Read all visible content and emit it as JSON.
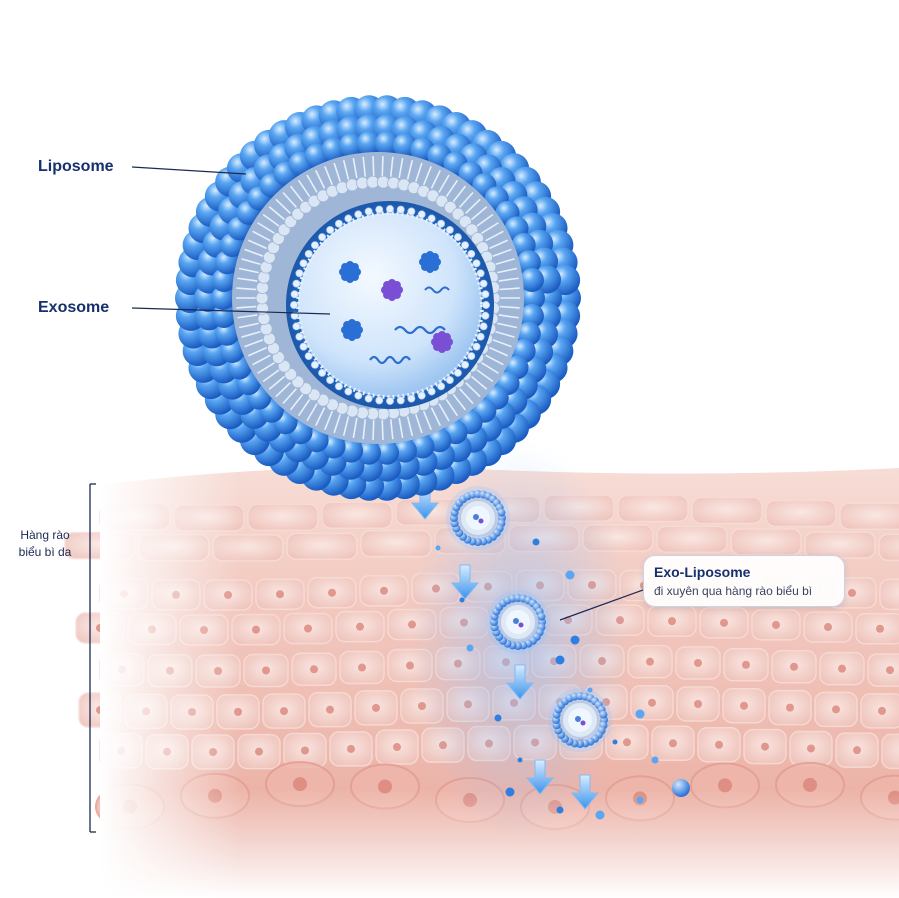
{
  "labels": {
    "liposome": "Liposome",
    "exosome": "Exosome",
    "skin_barrier": "Hàng rào\nbiểu bì da",
    "exo_liposome_title": "Exo-Liposome",
    "exo_liposome_desc": "đi xuyên qua hàng rào biểu bì"
  },
  "colors": {
    "bead_blue": "#3f8fe6",
    "bead_dark": "#1c5fc4",
    "label_navy": "#16306e",
    "skin_pink": "#f0b8b0",
    "cell_red": "#d9847a",
    "arrow_blue": "#4aa3f0",
    "cargo_purple": "#6a4fd0"
  },
  "icons": [
    "liposome-sphere",
    "exosome-vesicle",
    "down-arrow-icon",
    "skin-layers",
    "small-liposome"
  ]
}
